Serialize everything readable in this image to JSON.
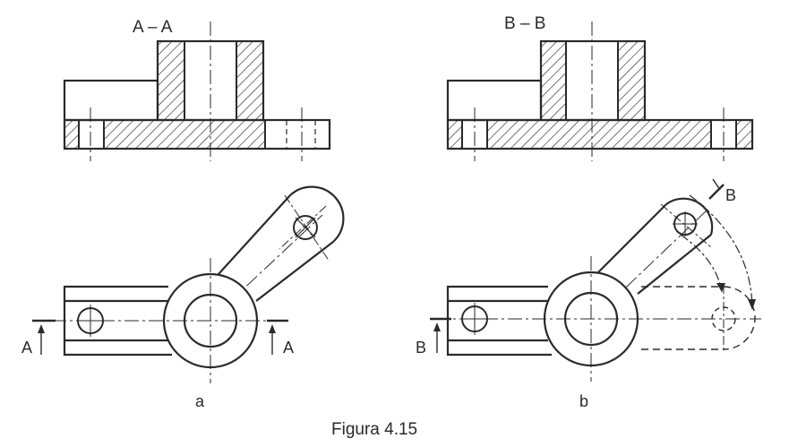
{
  "section_a": {
    "title": "A – A",
    "cut_label_left": "A",
    "cut_label_right": "A",
    "caption": "a"
  },
  "section_b": {
    "title": "B – B",
    "cut_label": "B",
    "rotated_label": "B",
    "caption": "b"
  },
  "figure_caption": "Figura 4.15",
  "colors": {
    "line": "#2a2a2a",
    "background": "#ffffff"
  }
}
